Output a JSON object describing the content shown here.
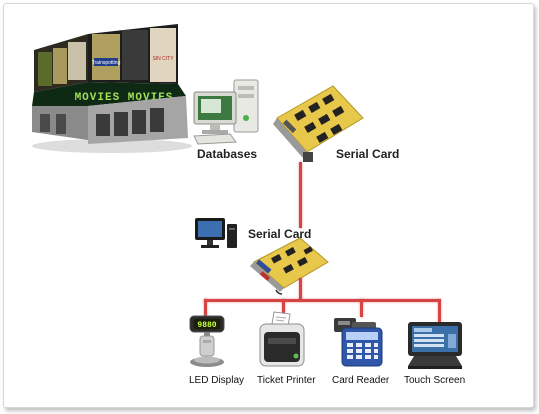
{
  "billboard": {
    "sign_text": "MOVIES MOVIES",
    "poster_text_1": "Trainspotting",
    "poster_text_2": "SIN CITY"
  },
  "top": {
    "databases_label": "Databases",
    "serial_card_label": "Serial Card"
  },
  "middle": {
    "serial_card_label": "Serial Card"
  },
  "devices": [
    {
      "label": "LED Display",
      "display_text": "9880"
    },
    {
      "label": "Ticket Printer"
    },
    {
      "label": "Card Reader"
    },
    {
      "label": "Touch Screen"
    }
  ],
  "colors": {
    "connector": "#d64545",
    "pcb": "#e8c84a",
    "led_text": "#c8ff3a"
  }
}
